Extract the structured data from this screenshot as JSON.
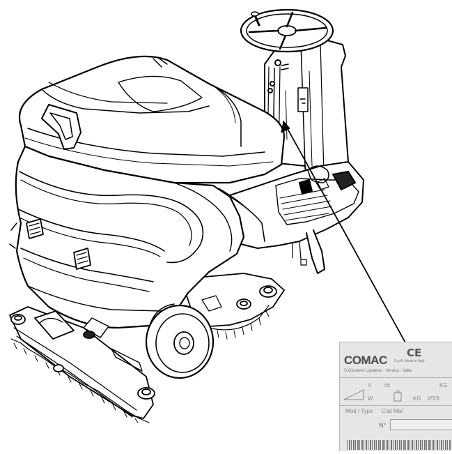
{
  "plate": {
    "ce_mark": "CE",
    "brand": "COMAC",
    "brand_suffix": "S.p.A. Made in Italy",
    "address": "S.Giovanni Lupatoto - Verona - Italia",
    "volt_label": "V",
    "kg_label": "KG",
    "watt_label": "W",
    "kg2_label": "KG",
    "ip_label": "IP23",
    "mod_type_label": "Mod / Type",
    "cod_mat_label": "Cod Mat",
    "serial_label": "N°"
  }
}
